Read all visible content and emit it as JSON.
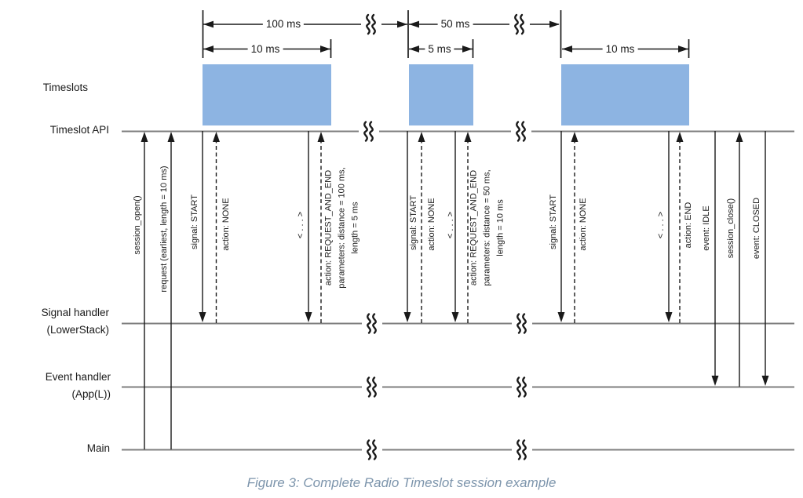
{
  "figure": {
    "caption": "Figure 3: Complete Radio Timeslot session example",
    "lanes": [
      {
        "label": "Timeslots"
      },
      {
        "label": "Timeslot API"
      },
      {
        "label": "Signal handler",
        "sublabel": "(LowerStack)"
      },
      {
        "label": "Event handler",
        "sublabel": "(App(L))"
      },
      {
        "label": "Main"
      }
    ],
    "durations": [
      {
        "label": "100 ms"
      },
      {
        "label": "10 ms"
      },
      {
        "label": "50 ms"
      },
      {
        "label": "5 ms"
      },
      {
        "label": "10 ms"
      }
    ],
    "messages": [
      {
        "label": "session_open()",
        "from": "Main",
        "to": "Timeslot API",
        "style": "solid"
      },
      {
        "label": "request (earliest, length = 10 ms)",
        "from": "Main",
        "to": "Timeslot API",
        "style": "solid"
      },
      {
        "label": "signal: START",
        "from": "Timeslot API",
        "to": "Signal handler",
        "style": "solid"
      },
      {
        "label": "action: NONE",
        "from": "Signal handler",
        "to": "Timeslot API",
        "style": "dashed"
      },
      {
        "label": "< . . . >",
        "from": "Timeslot API",
        "to": "Signal handler",
        "style": "solid"
      },
      {
        "lines": [
          "action: REQUEST_AND_END",
          "parameters: distance = 100 ms,",
          "length = 5 ms"
        ],
        "from": "Signal handler",
        "to": "Timeslot API",
        "style": "dashed"
      },
      {
        "label": "signal: START",
        "from": "Timeslot API",
        "to": "Signal handler",
        "style": "solid"
      },
      {
        "label": "action: NONE",
        "from": "Signal handler",
        "to": "Timeslot API",
        "style": "dashed"
      },
      {
        "label": "< . . . >",
        "from": "Timeslot API",
        "to": "Signal handler",
        "style": "solid"
      },
      {
        "lines": [
          "action: REQUEST_AND_END",
          "parameters: distance = 50 ms,",
          "length = 10 ms"
        ],
        "from": "Signal handler",
        "to": "Timeslot API",
        "style": "dashed"
      },
      {
        "label": "signal: START",
        "from": "Timeslot API",
        "to": "Signal handler",
        "style": "solid"
      },
      {
        "label": "action: NONE",
        "from": "Signal handler",
        "to": "Timeslot API",
        "style": "dashed"
      },
      {
        "label": "< . . . >",
        "from": "Timeslot API",
        "to": "Signal handler",
        "style": "solid"
      },
      {
        "label": "action: END",
        "from": "Signal handler",
        "to": "Timeslot API",
        "style": "dashed"
      },
      {
        "label": "event: IDLE",
        "from": "Timeslot API",
        "to": "Event handler",
        "style": "solid"
      },
      {
        "label": "session_close()",
        "from": "Event handler",
        "to": "Timeslot API",
        "style": "solid"
      },
      {
        "label": "event: CLOSED",
        "from": "Timeslot API",
        "to": "Event handler",
        "style": "solid"
      }
    ],
    "colors": {
      "timeslot_fill": "#8DB4E2",
      "lane_line": "#7F7F7F",
      "arrow": "#1A1A1A",
      "caption_text": "#7D95AC"
    }
  }
}
